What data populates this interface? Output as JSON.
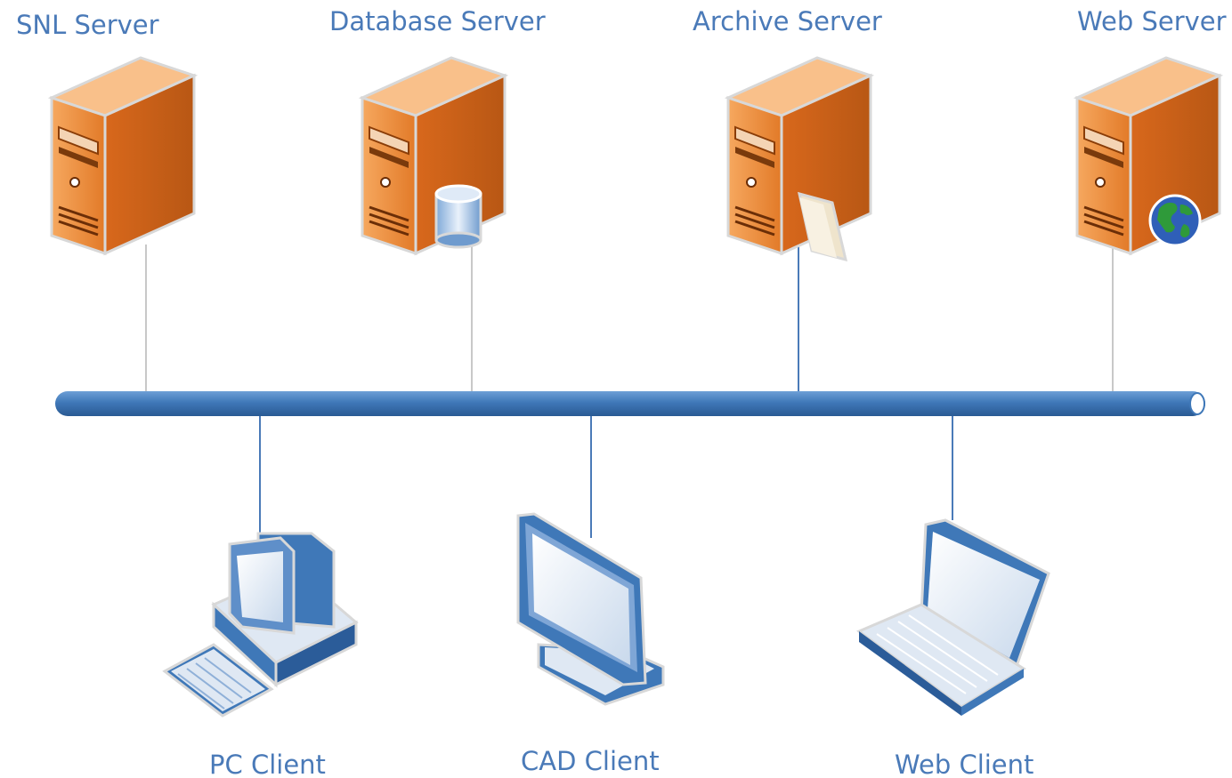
{
  "servers": [
    {
      "label": "SNL Server",
      "badge": "none"
    },
    {
      "label": "Database Server",
      "badge": "database-cylinder"
    },
    {
      "label": "Archive Server",
      "badge": "folder"
    },
    {
      "label": "Web Server",
      "badge": "globe"
    }
  ],
  "clients": [
    {
      "label": "PC Client",
      "device": "desktop-pc"
    },
    {
      "label": "CAD Client",
      "device": "flat-monitor"
    },
    {
      "label": "Web Client",
      "device": "laptop"
    }
  ],
  "colors": {
    "label": "#4a7ab8",
    "server_orange": "#e07a2e",
    "server_orange_dark": "#b85714",
    "bus_blue": "#3f78b8",
    "device_blue": "#4a7ab8",
    "line_gray": "#c8c8c8",
    "line_blue": "#4a7ab8"
  }
}
